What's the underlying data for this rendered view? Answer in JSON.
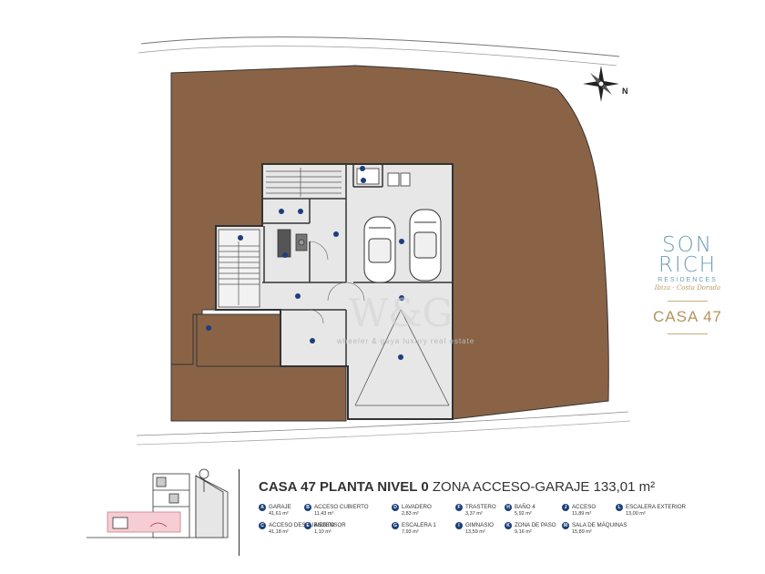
{
  "brand": {
    "line1": "SON",
    "line2": "RICH",
    "sub": "RESIDENCES",
    "signature": "Ibiza · Costa Dorada",
    "accent_color": "#6f9db2",
    "gold_color": "#b5935b"
  },
  "house_label": "CASA 47",
  "compass": {
    "north_label": "N"
  },
  "watermark": {
    "initials": "W&G",
    "text": "wheeler & gaya luxury real estate"
  },
  "plan": {
    "terrain_color": "#8a6347",
    "floor_color": "#e7e7e8",
    "room_markers": [
      "A",
      "B",
      "C",
      "D",
      "E",
      "F",
      "G",
      "H",
      "I",
      "J",
      "K",
      "L",
      "M"
    ]
  },
  "title": {
    "bold": "CASA 47 PLANTA NIVEL 0",
    "rest": " ZONA ACCESO-GARAJE 133,01 m²"
  },
  "legend": [
    {
      "letter": "A",
      "name": "GARAJE",
      "area": "41,61 m²"
    },
    {
      "letter": "B",
      "name": "ACCESO CUBIERTO",
      "area": "11,43 m²"
    },
    {
      "letter": "D",
      "name": "LAVADERO",
      "area": "2,83 m²"
    },
    {
      "letter": "F",
      "name": "TRASTERO",
      "area": "3,37 m²"
    },
    {
      "letter": "H",
      "name": "BAÑO 4",
      "area": "5,92 m²"
    },
    {
      "letter": "J",
      "name": "ACCESO",
      "area": "11,89 m²"
    },
    {
      "letter": "L",
      "name": "ESCALERA EXTERIOR",
      "area": "13,00 m²"
    },
    {
      "letter": "C",
      "name": "ACCESO DESCUBIERTO",
      "area": "41,18 m²"
    },
    {
      "letter": "E",
      "name": "ASCENSOR",
      "area": "1,10 m²"
    },
    {
      "letter": "G",
      "name": "ESCALERA 1",
      "area": "7,93 m²"
    },
    {
      "letter": "I",
      "name": "GIMNASIO",
      "area": "13,59 m²"
    },
    {
      "letter": "K",
      "name": "ZONA DE PASO",
      "area": "9,16 m²"
    },
    {
      "letter": "M",
      "name": "SALA DE MÁQUINAS",
      "area": "15,89 m²"
    }
  ]
}
